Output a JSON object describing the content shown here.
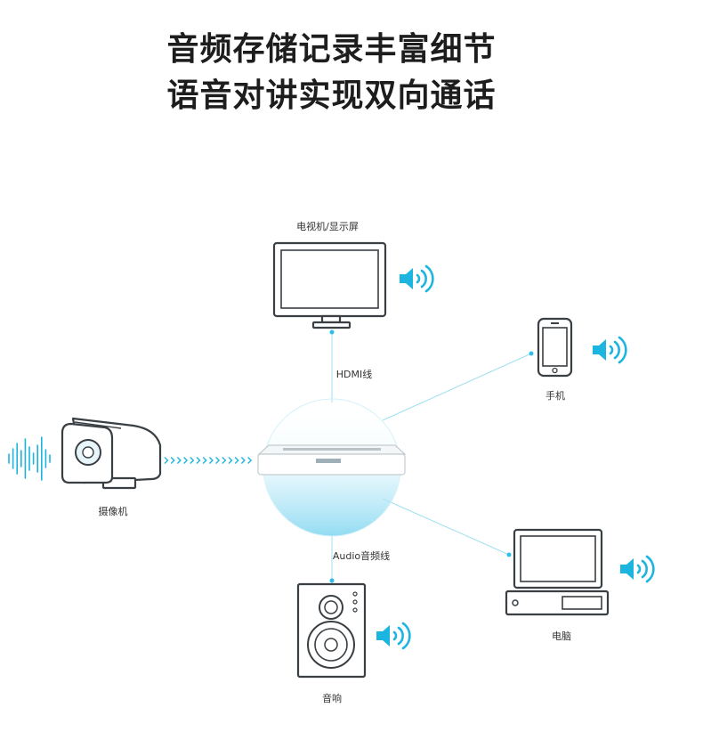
{
  "title": {
    "line1": "音频存储记录丰富细节",
    "line2": "语音对讲实现双向通话"
  },
  "labels": {
    "tv": "电视机/显示屏",
    "hdmi": "HDMI线",
    "phone": "手机",
    "camera": "摄像机",
    "audio_cable": "Audio音频线",
    "computer": "电脑",
    "speaker": "音响"
  },
  "colors": {
    "accent": "#1cb5e0",
    "line": "#9fe0f2",
    "outline": "#3a3f44"
  },
  "icons": [
    "sound-icon",
    "waveform-icon",
    "camera-icon",
    "nvr-icon",
    "tv-icon",
    "phone-icon",
    "computer-icon",
    "speaker-box-icon"
  ]
}
